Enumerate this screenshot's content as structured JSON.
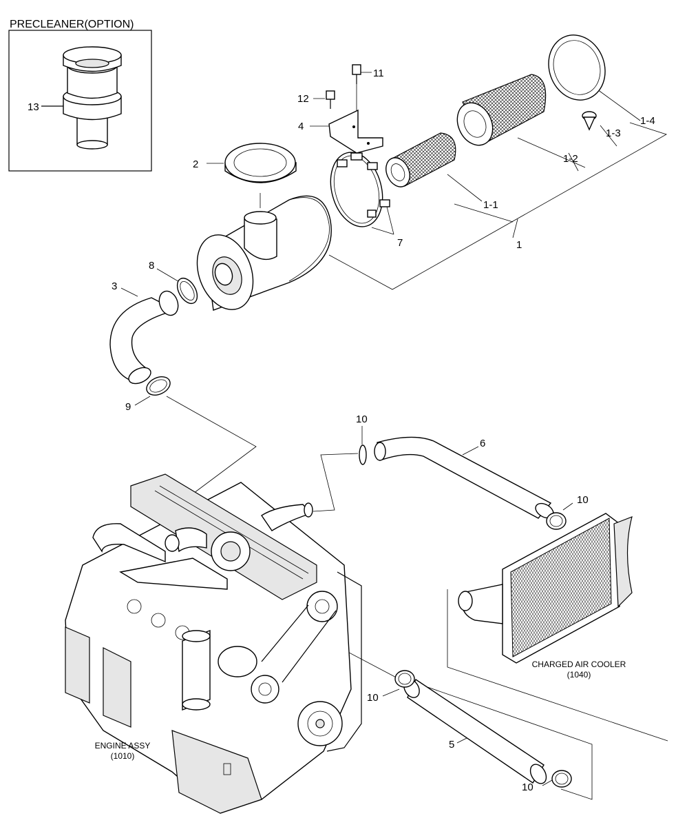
{
  "precleaner": {
    "title": "PRECLEANER(OPTION)",
    "part_no": "13"
  },
  "callouts": {
    "p1": "1",
    "p1_1": "1-1",
    "p1_2": "1-2",
    "p1_3": "1-3",
    "p1_4": "1-4",
    "p2": "2",
    "p3": "3",
    "p4": "4",
    "p5": "5",
    "p6": "6",
    "p7": "7",
    "p8": "8",
    "p9": "9",
    "p10a": "10",
    "p10b": "10",
    "p10c": "10",
    "p10d": "10",
    "p11": "11",
    "p12": "12"
  },
  "assemblies": {
    "cooler_name": "CHARGED AIR COOLER",
    "cooler_ref": "(1040)",
    "engine_name": "ENGINE ASSY",
    "engine_ref": "(1010)"
  }
}
